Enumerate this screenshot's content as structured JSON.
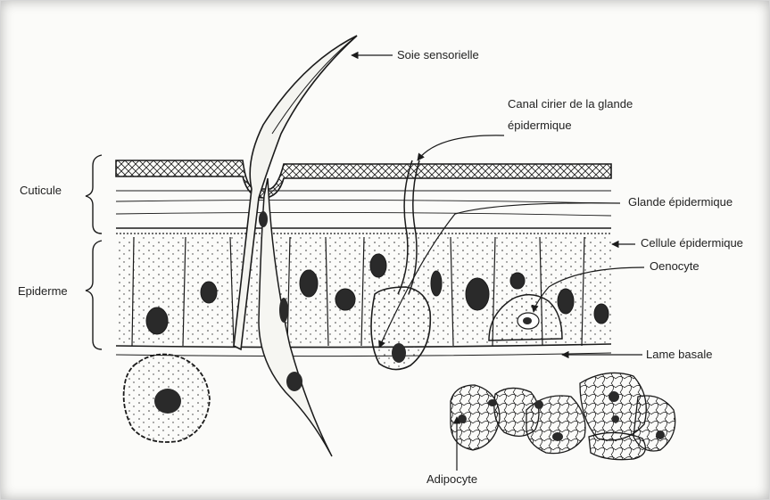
{
  "labels": {
    "soie": "Soie sensorielle",
    "canal_line1": "Canal cirier de la glande",
    "canal_line2": "épidermique",
    "cuticule": "Cuticule",
    "glande": "Glande épidermique",
    "cellule": "Cellule épidermique",
    "epiderme": "Epiderme",
    "oenocyte": "Oenocyte",
    "lame": "Lame basale",
    "adipocyte": "Adipocyte"
  },
  "colors": {
    "ink": "#1b1b1b",
    "paper": "#fbfbf9",
    "nucleus": "#2a2a2a"
  }
}
